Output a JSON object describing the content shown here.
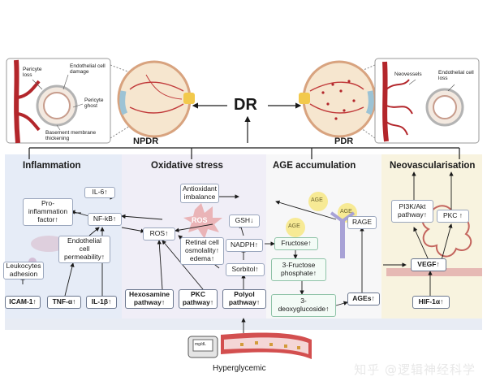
{
  "center_label": "DR",
  "stages": {
    "npdr": "NPDR",
    "pdr": "PDR"
  },
  "npdr_inset": {
    "pericyte_loss": "Pericyte\nloss",
    "endothelial_damage": "Endothelial cell\ndamage",
    "pericyte_ghost": "Pericyte\nghost",
    "basement_membrane": "Basement membrane\nthickening"
  },
  "pdr_inset": {
    "neovessels": "Neovessels",
    "endothelial_loss": "Endothelial cell\nloss"
  },
  "panels": {
    "inflammation": "Inflammation",
    "oxidative": "Oxidative stress",
    "age": "AGE accumulation",
    "neovascularisation": "Neovascularisation"
  },
  "nodes": {
    "il6": "IL-6↑",
    "pro_inflam": "Pro-\ninflammation\nfactor↑",
    "nfkb": "NF-kB↑",
    "endo_perm": "Endothelial\ncell\npermeability↑",
    "leuko": "Leukocytes\nadhesion",
    "icam": "ICAM-1↑",
    "tnf": "TNF-α↑",
    "il1b": "IL-1β↑",
    "antiox": "Antioxidant\nimbalance",
    "ros": "ROS↑",
    "ros_blob": "ROS",
    "gsh": "GSH↓",
    "retinal": "Retinal cell\nosmolality↑\nedema↑",
    "nadph": "NADPH↑",
    "sorbitol": "Sorbitol↑",
    "hexosamine": "Hexosamine\npathway↑",
    "pkc_path": "PKC\npathway↑",
    "polyol": "Polyol\npathway↑",
    "age_a": "AGE",
    "age_b": "AGE",
    "age_c": "AGE",
    "rage": "RAGE",
    "fructose": "Fructose↑",
    "fructose3p": "3-Fructose\nphosphate↑",
    "deoxy": "3-\ndeoxyglucoside↑",
    "ages": "AGEs↑",
    "pi3k": "PI3K/Akt\npathway↑",
    "pkc": "PKC ↑",
    "vegf": "VEGF↑",
    "hif": "HIF-1α↑"
  },
  "hyperglycemic": "Hyperglycemic",
  "meter": "mg/dL",
  "watermark": "知乎 @逻辑神经科学",
  "colors": {
    "inflammation_bg": "#e6ecf7",
    "oxidative_bg": "#f0eef7",
    "age_bg": "#f7f7f8",
    "neo_bg": "#f8f3df",
    "vessel_red": "#b3262b",
    "age_yellow": "#f6e88a"
  }
}
